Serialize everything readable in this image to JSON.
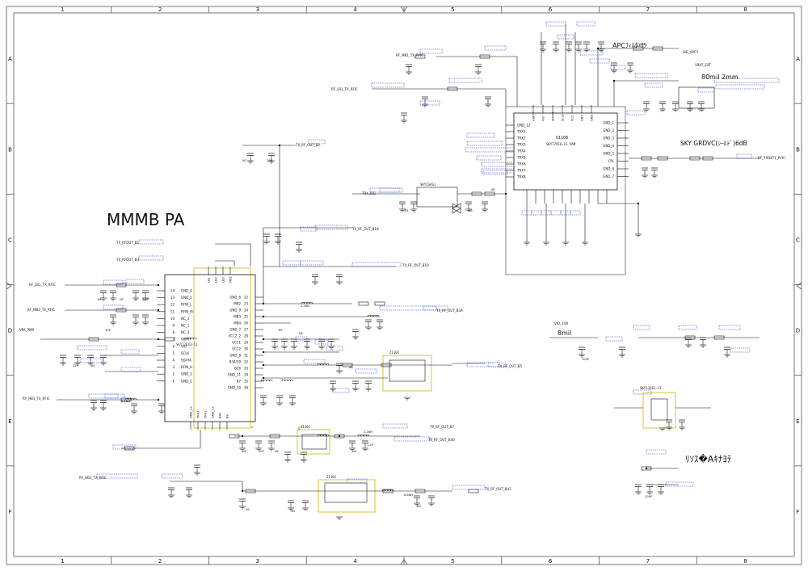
{
  "sheet": {
    "cols": [
      "1",
      "2",
      "3",
      "4",
      "5",
      "6",
      "7",
      "8"
    ],
    "rows": [
      "A",
      "B",
      "C",
      "D",
      "E",
      "F"
    ]
  },
  "titles": {
    "block_title": "MMMB PA",
    "apc": "APCﾌｨﾙﾀ-ﾘﾝ",
    "trace_80mil": "80mil 2mm",
    "sky": "SKY GRDVC(ｼｰﾙﾄﾞ)6dB",
    "trace_8mil": "8mil",
    "bottom_note": "ﾘｿｽ�Aｷﾅﾖﾃ"
  },
  "ic": {
    "pa_ref": "SKY77643-11",
    "sw_ref": "U1108",
    "sw_part": "SKY77916-11 PAM",
    "z_ref": "Z1101",
    "z2_ref": "Z1102",
    "u_small": "U1101",
    "sw2_label": "SKY13361-11",
    "sw3_label": "SKY1SAS1"
  },
  "pa_left_pins": [
    {
      "num": "14",
      "name": "GND_4"
    },
    {
      "num": "13",
      "name": "GND_5"
    },
    {
      "num": "12",
      "name": "RFIN_L"
    },
    {
      "num": "11",
      "name": "RFIN_M"
    },
    {
      "num": "10",
      "name": "NC_2"
    },
    {
      "num": "9",
      "name": "NC_1"
    },
    {
      "num": "8",
      "name": "NC_3"
    },
    {
      "num": "7",
      "name": "VBATT"
    },
    {
      "num": "6",
      "name": "VIO"
    },
    {
      "num": "5",
      "name": "SCLK"
    },
    {
      "num": "4",
      "name": "SDATA"
    },
    {
      "num": "3",
      "name": "RFIN_H"
    },
    {
      "num": "2",
      "name": "GND_3"
    },
    {
      "num": "1",
      "name": "GND_2"
    }
  ],
  "pa_right_pins": [
    {
      "num": "22",
      "name": "GND_6"
    },
    {
      "num": "23",
      "name": "MB2"
    },
    {
      "num": "24",
      "name": "GND_9"
    },
    {
      "num": "25",
      "name": "MB3"
    },
    {
      "num": "26",
      "name": "MB4"
    },
    {
      "num": "27",
      "name": "GND_7"
    },
    {
      "num": "28",
      "name": "VCC2_2"
    },
    {
      "num": "29",
      "name": "VCC1"
    },
    {
      "num": "30",
      "name": "VCC2"
    },
    {
      "num": "31",
      "name": "GND_8"
    },
    {
      "num": "32",
      "name": "B34/39"
    },
    {
      "num": "33",
      "name": "B26"
    },
    {
      "num": "34",
      "name": "GND_11"
    },
    {
      "num": "35",
      "name": "B7"
    },
    {
      "num": "36",
      "name": "GND_10"
    }
  ],
  "pa_top_pins": [
    "LB1",
    "LB2",
    "LB3",
    "MB1"
  ],
  "pa_bottom_pins": [
    "GND_13",
    "TRX2",
    "TRX1",
    "GND_12",
    "B40",
    "B8"
  ],
  "sw_left_pins": [
    "GND_12",
    "TRX1",
    "TRX2",
    "TRX3",
    "TRX4",
    "TRX5",
    "TRX6",
    "TRX7",
    "TRX8"
  ],
  "sw_right_pins": [
    "GND_1",
    "GND_2",
    "GND_3",
    "GND_4",
    "GND_5",
    "CPL",
    "GND_6",
    "GND_7"
  ],
  "sw_top_pins": [
    "VBATT",
    "VIO",
    "SDATA",
    "SCLK",
    "VCC",
    "ANT",
    "GND"
  ],
  "nets": {
    "tx_rfout_b1": "TX_RFOUT_B1",
    "tx_rfout_b3": "TX_RFOUT_B3",
    "rf_lb1": "RF_LB1_TX_RFIC",
    "rf_mb2": "RF_MB2_TX_RFIC",
    "vpa": "VPA_PMR",
    "rf_hb1": "RF_HB1_TX_RFIC",
    "rf_mb1": "RF_MB1_TX_RFIC",
    "rf_lb1_top": "RF_LB1_TX_RFIC",
    "rf_out_b2": "TX_RF_OUT_B2",
    "rf_out_b18": "TX_RF_OUT_B18",
    "rf_out_b19": "TX_RF_OUT_B19",
    "rf_out_b3a": "TX_RF_OUT_B3A",
    "rf_out_b5": "TX_RF_OUT_B5",
    "rf_out_b7": "TX_RF_OUT_B7",
    "rf_out_b40": "TX_RF_OUT_B40",
    "rf_out_b41": "TX_RF_OUT_B41",
    "rf_tx_b3": "TX_RF_OUT_B3",
    "rf_tx_b1": "TX_RF_OUT_B1",
    "apc": "SIG_APC1",
    "tx_tdet": "RF_TXDET1_RFIC",
    "trx_sig": "TRX_SIG",
    "vbat_ext": "VBAT_EXT",
    "vio_18": "VIO_1V8",
    "rf_hb1_bottom": "RF_HB1_TX_RFIC"
  },
  "comp_labels": {
    "cap_22p": "22P",
    "cap_1n": "1N",
    "cap_nc": "NC",
    "cap_10p": "10P",
    "ind_2n2": "2.2NH",
    "r_0": "0R",
    "cap_4p7": "4.7P",
    "cap_1p2": "1.2P",
    "ind_6n8": "6.8NH",
    "cap_100p": "100P",
    "r_100k": "100K"
  }
}
